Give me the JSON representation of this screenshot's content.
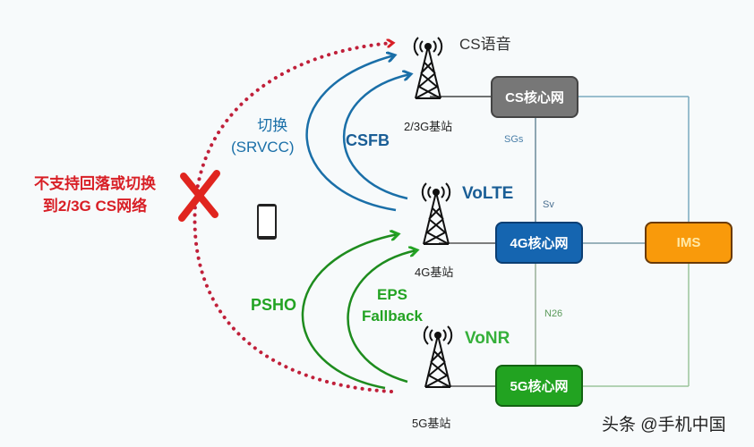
{
  "diagram": {
    "type": "voice-network-fallback",
    "colors": {
      "cs_path": "#1a6fa8",
      "volte_path": "#1a6fa8",
      "vonr_path": "#23a323",
      "unsupported": "#d81f26",
      "cs_core": "#777777",
      "lte_core": "#1565b0",
      "nr_core": "#22a321",
      "ims": "#f99a0b"
    },
    "stations": [
      {
        "id": "2g3g",
        "voice_label": "CS语音",
        "station_label": "2/3G基站"
      },
      {
        "id": "4g",
        "voice_label": "VoLTE",
        "station_label": "4G基站"
      },
      {
        "id": "5g",
        "voice_label": "VoNR",
        "station_label": "5G基站"
      }
    ],
    "cores": {
      "cs": "CS核心网",
      "lte": "4G核心网",
      "nr": "5G核心网",
      "ims": "IMS"
    },
    "interfaces": {
      "sgs": "SGs",
      "sv": "Sv",
      "n26": "N26"
    },
    "transitions": {
      "srvcc": [
        "切换",
        "(SRVCC)"
      ],
      "csfb": "CSFB",
      "psho": "PSHO",
      "eps_fallback": [
        "EPS",
        "Fallback"
      ]
    },
    "unsupported_note": [
      "不支持回落或切换",
      "到2/3G CS网络"
    ],
    "device": "phone-icon",
    "watermark": "头条 @手机中国"
  }
}
